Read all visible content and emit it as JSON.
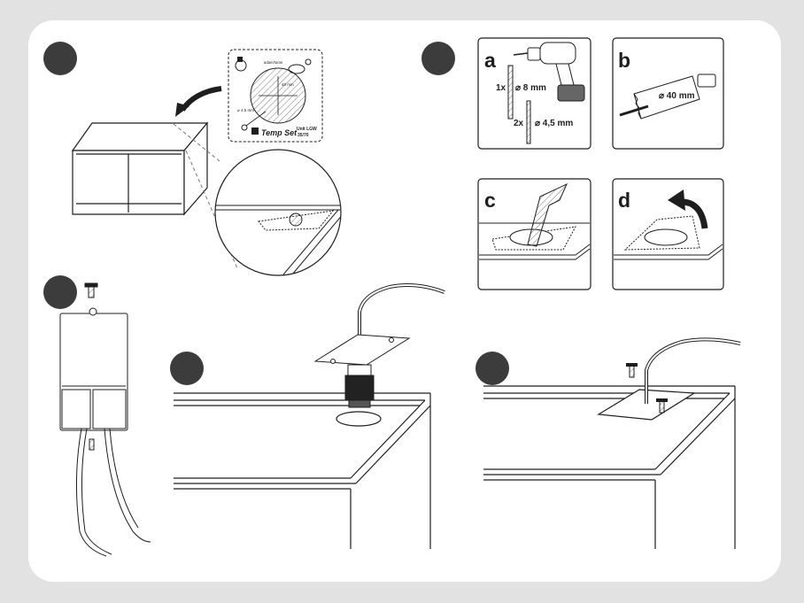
{
  "template": {
    "note_small": "adam/turas",
    "hole_small": "⌀ 4,5 mm",
    "hole_large": "40 mm",
    "brand": "Temp Set",
    "unit_model": "Unit LGW",
    "unit_size": "35/70"
  },
  "tools": {
    "panel_a": "a",
    "panel_b": "b",
    "panel_c": "c",
    "panel_d": "d",
    "qty_8": "1x",
    "size_8": "⌀ 8 mm",
    "qty_45": "2x",
    "size_45": "⌀ 4,5 mm",
    "size_40": "⌀ 40 mm"
  },
  "colors": {
    "page_bg": "#e2e2e2",
    "sheet_bg": "#ffffff",
    "step_marker": "#3c3c3c",
    "line": "#1e1e1e"
  }
}
